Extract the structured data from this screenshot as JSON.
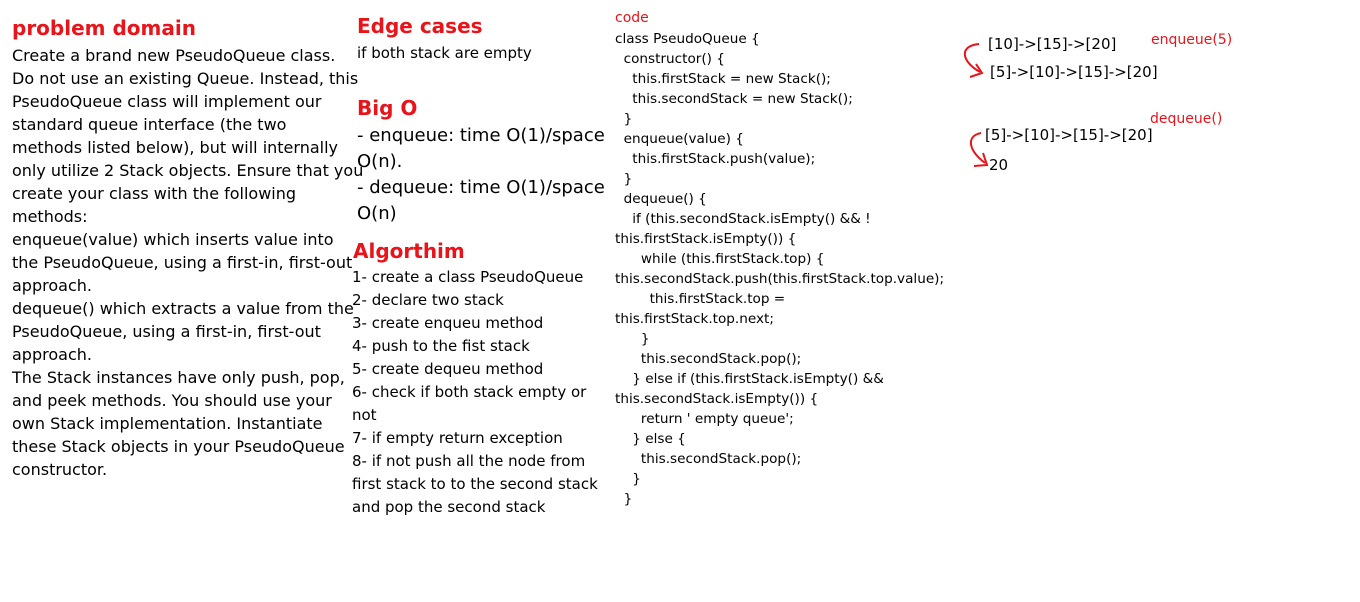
{
  "problem_domain": {
    "heading": "problem domain",
    "lines": [
      "Create a brand new PseudoQueue class.",
      "Do not use an existing Queue. Instead, this",
      "PseudoQueue class will implement our",
      "standard queue interface (the two",
      "methods listed below), but will internally",
      "only utilize 2 Stack objects. Ensure that you",
      "create your class with the following",
      "methods:",
      "enqueue(value) which inserts value into",
      "the PseudoQueue, using a first-in, first-out",
      "approach.",
      "dequeue() which extracts a value from the",
      "PseudoQueue, using a first-in, first-out",
      "approach.",
      "The Stack instances have only push, pop,",
      "and peek methods. You should use your",
      "own Stack implementation. Instantiate",
      "these Stack objects in your PseudoQueue",
      "constructor."
    ]
  },
  "edge_cases": {
    "heading": "Edge cases",
    "text": "if both stack are empty"
  },
  "big_o": {
    "heading": "Big O",
    "lines": [
      "- enqueue: time O(1)/space",
      "O(n).",
      "- dequeue: time O(1)/space",
      "O(n)"
    ]
  },
  "algorithm": {
    "heading": "Algorthim",
    "lines": [
      "1- create a class PseudoQueue",
      "2- declare two stack",
      "3- create enqueu method",
      "4- push to the fist stack",
      "5- create dequeu method",
      "6- check if both stack empty or",
      "not",
      "7- if empty return exception",
      "8- if not push all the node from",
      "first stack to to the second stack",
      "and pop the second stack"
    ]
  },
  "code": {
    "label": "code",
    "lines": [
      "class PseudoQueue {",
      "  constructor() {",
      "",
      "    this.firstStack = new Stack();",
      "    this.secondStack = new Stack();",
      "  }",
      "  enqueue(value) {",
      "    this.firstStack.push(value);",
      "  }",
      "  dequeue() {",
      "    if (this.secondStack.isEmpty() && !",
      "this.firstStack.isEmpty()) {",
      "      while (this.firstStack.top) {",
      "",
      "this.secondStack.push(this.firstStack.top.value);",
      "        this.firstStack.top =",
      "this.firstStack.top.next;",
      "      }",
      "      this.secondStack.pop();",
      "    } else if (this.firstStack.isEmpty() &&",
      "this.secondStack.isEmpty()) {",
      "      return ' empty queue';",
      "    } else {",
      "      this.secondStack.pop();",
      "    }",
      "  }"
    ]
  },
  "diagram": {
    "enqueue": {
      "label": "enqueue(5)",
      "before": "[10]->[15]->[20]",
      "after": "[5]->[10]->[15]->[20]"
    },
    "dequeue": {
      "label": "dequeue()",
      "before": "[5]->[10]->[15]->[20]",
      "result": "20"
    }
  },
  "colors": {
    "heading_red": "#e8141a",
    "text": "#000000",
    "background": "#ffffff"
  }
}
